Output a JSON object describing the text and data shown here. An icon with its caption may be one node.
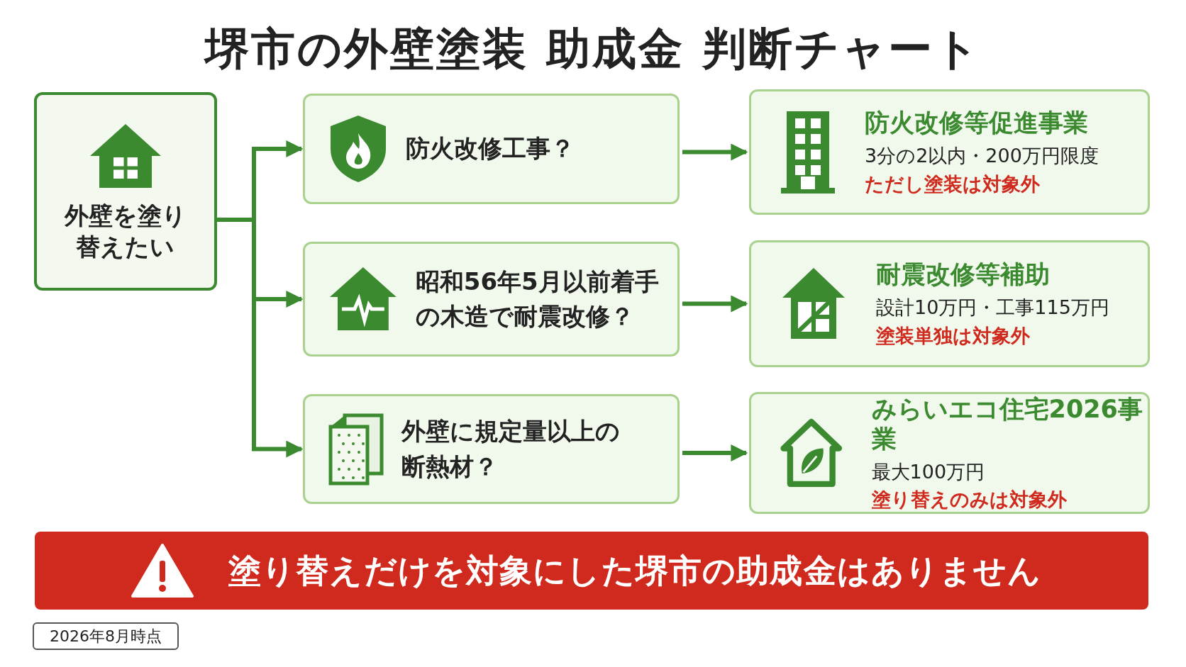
{
  "diagram": {
    "title": "堺市の外壁塗装 助成金 判断チャート",
    "nodes": [
      {
        "text": [
          "外壁を塗り替えたい"
        ]
      },
      {
        "text": [
          "防火改修工事？"
        ]
      },
      {
        "text": [
          "昭和56年5月以前着手の木造で耐震改修？"
        ]
      },
      {
        "text": [
          "外壁に規定量以上の断熱材？"
        ]
      },
      {
        "text": [
          "防火改修等促進事業",
          "3分の2以内・200万円限度",
          "ただし塗装は対象外"
        ]
      },
      {
        "text": [
          "耐震改修等補助",
          "設計10万円・工事115万円",
          "塗装単独は対象外"
        ]
      },
      {
        "text": [
          "みらいエコ住宅2026事業",
          "最大100万円",
          "塗り替えのみは対象外"
        ]
      },
      {
        "text": [
          "塗り替えだけを対象にした堺市の助成金はありません"
        ]
      },
      {
        "text": [
          "2026年8月時点"
        ]
      }
    ],
    "edges": [
      {
        "from": 0,
        "to": 1,
        "arrow": "to"
      },
      {
        "from": 0,
        "to": 2,
        "arrow": "to"
      },
      {
        "from": 0,
        "to": 3,
        "arrow": "to"
      },
      {
        "from": 1,
        "to": 4,
        "arrow": "to"
      },
      {
        "from": 2,
        "to": 5,
        "arrow": "to"
      },
      {
        "from": 3,
        "to": 6,
        "arrow": "to"
      }
    ]
  }
}
